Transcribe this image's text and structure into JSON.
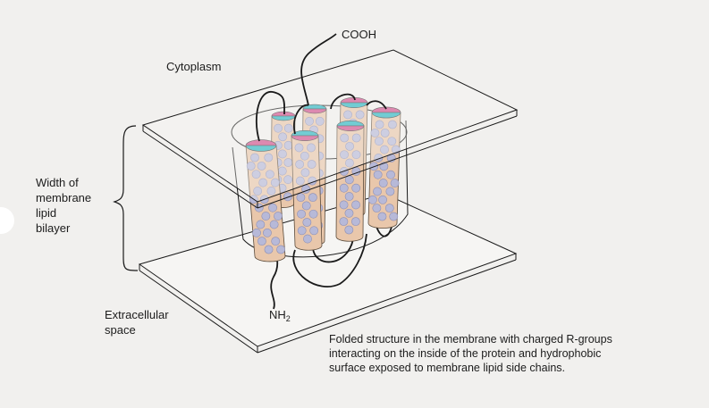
{
  "labels": {
    "cytoplasm": "Cytoplasm",
    "cooh": "COOH",
    "width_lines": [
      "Width of",
      "membrane",
      "lipid",
      "bilayer"
    ],
    "extracellular_lines": [
      "Extracellular",
      "space"
    ],
    "nh2_main": "NH",
    "nh2_sub": "2"
  },
  "caption_lines": [
    "Folded structure in the membrane with charged R-groups",
    "interacting on the inside of the protein and hydrophobic",
    "surface exposed to membrane lipid side chains."
  ],
  "colors": {
    "background": "#f1f0ee",
    "helix_body": "#e9c7ab",
    "residue": "#b7b9d8",
    "cap_magenta": "#cf4f8c",
    "cap_teal": "#2bb5c2",
    "line": "#1a1a1a"
  },
  "helices": [
    {
      "id": "h1",
      "cap": [
        "magenta",
        "teal"
      ]
    },
    {
      "id": "h2",
      "cap": [
        "teal",
        "magenta"
      ]
    },
    {
      "id": "h3",
      "cap": [
        "magenta",
        "teal"
      ]
    },
    {
      "id": "h4",
      "cap": [
        "magenta",
        "teal"
      ]
    },
    {
      "id": "h5",
      "cap": [
        "magenta",
        "teal"
      ]
    },
    {
      "id": "h6",
      "cap": [
        "teal",
        "magenta"
      ]
    },
    {
      "id": "h7",
      "cap": [
        "teal",
        "magenta"
      ]
    }
  ]
}
